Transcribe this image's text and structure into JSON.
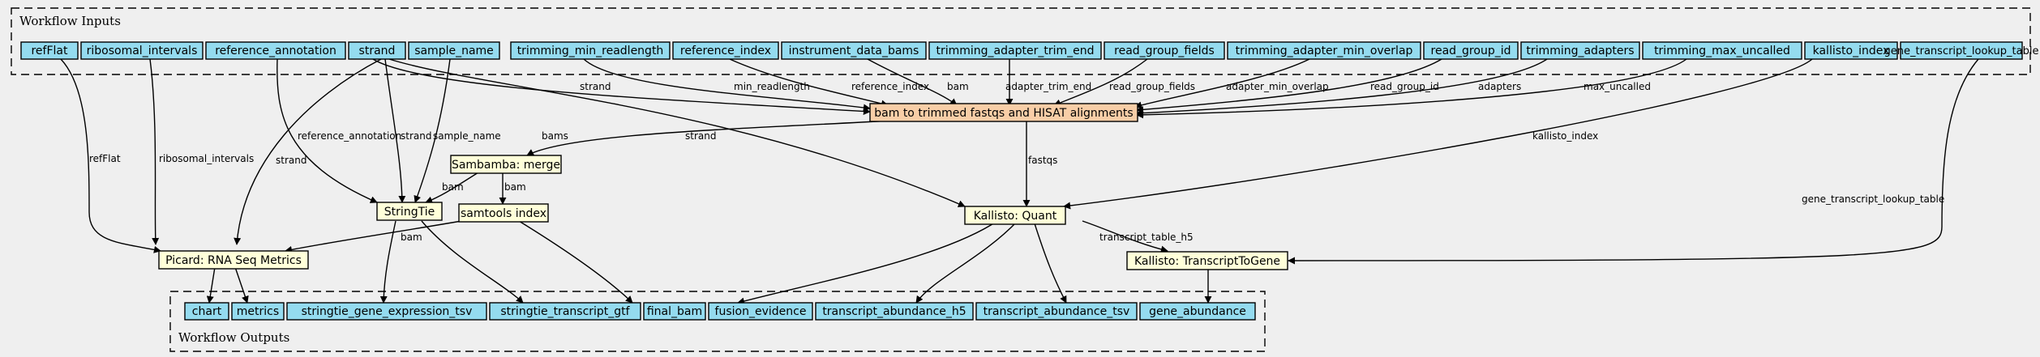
{
  "clusters": {
    "inputs_title": "Workflow Inputs",
    "outputs_title": "Workflow Outputs"
  },
  "inputs": {
    "refFlat": "refFlat",
    "ribosomal_intervals": "ribosomal_intervals",
    "reference_annotation": "reference_annotation",
    "strand": "strand",
    "sample_name": "sample_name",
    "trimming_min_readlength": "trimming_min_readlength",
    "reference_index": "reference_index",
    "instrument_data_bams": "instrument_data_bams",
    "trimming_adapter_trim_end": "trimming_adapter_trim_end",
    "read_group_fields": "read_group_fields",
    "trimming_adapter_min_overlap": "trimming_adapter_min_overlap",
    "read_group_id": "read_group_id",
    "trimming_adapters": "trimming_adapters",
    "trimming_max_uncalled": "trimming_max_uncalled",
    "kallisto_index": "kallisto_index",
    "gene_transcript_lookup_table": "gene_transcript_lookup_table"
  },
  "steps": {
    "bam_to_trimmed": "bam to trimmed fastqs and HISAT alignments",
    "sambamba_merge": "Sambamba: merge",
    "stringtie": "StringTie",
    "samtools_index": "samtools index",
    "kallisto_quant": "Kallisto: Quant",
    "picard": "Picard: RNA Seq Metrics",
    "transcript_to_gene": "Kallisto: TranscriptToGene"
  },
  "outputs": {
    "chart": "chart",
    "metrics": "metrics",
    "stringtie_gene_expression_tsv": "stringtie_gene_expression_tsv",
    "stringtie_transcript_gtf": "stringtie_transcript_gtf",
    "final_bam": "final_bam",
    "fusion_evidence": "fusion_evidence",
    "transcript_abundance_h5": "transcript_abundance_h5",
    "transcript_abundance_tsv": "transcript_abundance_tsv",
    "gene_abundance": "gene_abundance"
  },
  "edge_labels": {
    "strand_main": "strand",
    "min_readlength": "min_readlength",
    "reference_index": "reference_index",
    "bam": "bam",
    "adapter_trim_end": "adapter_trim_end",
    "read_group_fields": "read_group_fields",
    "adapter_min_overlap": "adapter_min_overlap",
    "read_group_id": "read_group_id",
    "adapters": "adapters",
    "max_uncalled": "max_uncalled",
    "refFlat": "refFlat",
    "ribosomal_intervals": "ribosomal_intervals",
    "reference_annotation": "reference_annotation",
    "strand_stringtie": "strand",
    "sample_name": "sample_name",
    "strand_picard": "strand",
    "strand_kallisto": "strand",
    "bams": "bams",
    "fastqs": "fastqs",
    "kallisto_index": "kallisto_index",
    "gene_transcript_lookup_table": "gene_transcript_lookup_table",
    "bam_stringtie": "bam",
    "bam_samtools": "bam",
    "bam_picard": "bam",
    "transcript_table_h5": "transcript_table_h5"
  }
}
